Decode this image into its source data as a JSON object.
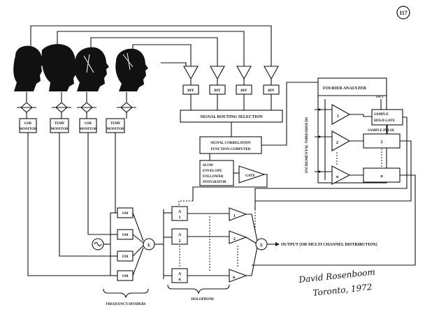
{
  "page_number": "117",
  "monitors": [
    "GSR MONITOR",
    "TEMP MONITOR",
    "GSR MONITOR",
    "TEMP MONITOR"
  ],
  "bpf_label": "BPF",
  "signal_routing_label": "SIGNAL ROUTING SELECTION",
  "correlation_label": [
    "SIGNAL CORRELATION",
    "FUNCTION COMPUTER"
  ],
  "envelope_label": [
    "SLOW",
    "ENVELOPE",
    "FOLLOWER",
    "INTEGRATOR"
  ],
  "gate_label": "GATE",
  "fourier_label": "FOURIER ANALYZER",
  "out_label": "OUT",
  "sample_hold_label": [
    "SAMPLE",
    "HOLD GATE"
  ],
  "sample_pulse_label": "SAMPLE PULSE",
  "thresholds_label": "INCREMENTAL THRESHOLDS",
  "threshold_steps": [
    "1",
    "2",
    "n"
  ],
  "om_label": "OM",
  "sum_symbol": "Σ",
  "channel_a_labels": [
    "1",
    "2",
    "n"
  ],
  "channel_a_prefix": "A",
  "amp_labels": [
    "1",
    "2",
    "n"
  ],
  "output_label": "OUTPUT (OR MULTI CHANNEL DISTRIBUTION)",
  "frequency_dividers_label": "FREQUENCY DIVIDERS",
  "holophone_label": "HOLOPHONE",
  "signature": [
    "David Rosenboom",
    "Toronto, 1972"
  ]
}
